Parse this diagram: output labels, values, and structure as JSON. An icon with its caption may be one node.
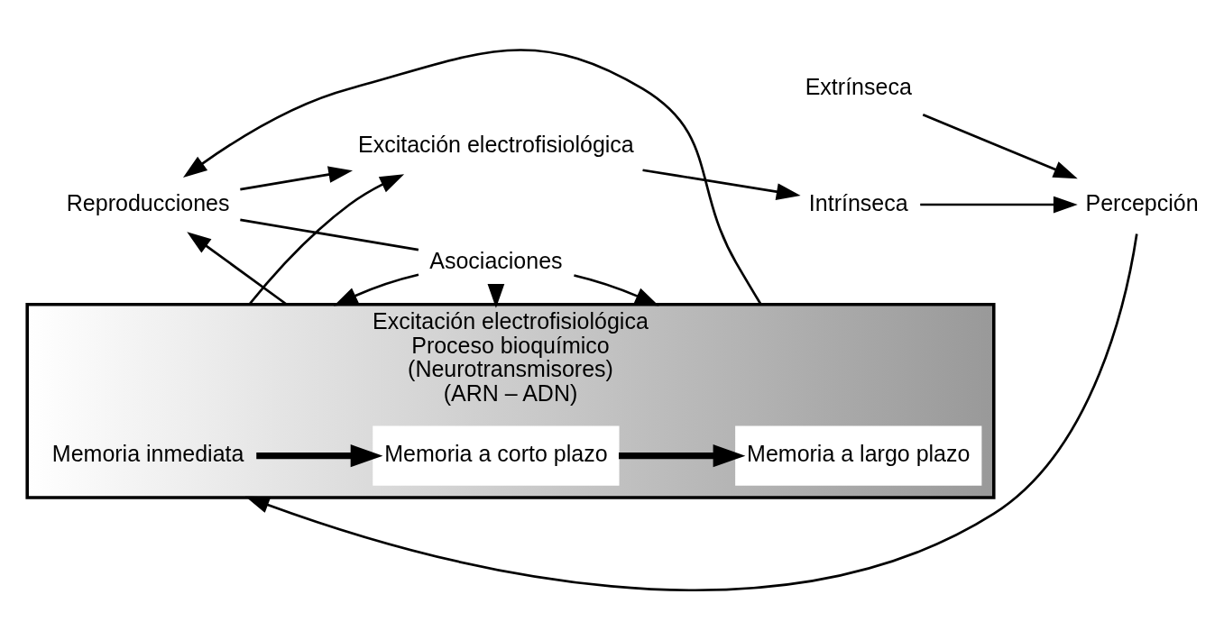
{
  "diagram": {
    "nodes": [
      {
        "text": [
          "Extrínseca"
        ]
      },
      {
        "text": [
          "Percepción"
        ]
      },
      {
        "text": [
          "Intrínseca"
        ]
      },
      {
        "text": [
          "Excitación electrofisiológica",
          "Proceso bioquímico",
          "(Neurotransmisores)",
          "(ARN – ADN)"
        ]
      },
      {
        "text": [
          "Memoria inmediata"
        ],
        "in": 3
      },
      {
        "text": [
          "Memoria a corto plazo"
        ],
        "in": 3
      },
      {
        "text": [
          "Memoria a largo plazo"
        ],
        "in": 3
      },
      {
        "text": [
          "Asociaciones"
        ]
      },
      {
        "text": [
          "Excitación electrofisiológica"
        ]
      },
      {
        "text": [
          "Reproducciones"
        ]
      }
    ],
    "edges": [
      {
        "from": 0,
        "to": 1,
        "arrow": "to"
      },
      {
        "from": 2,
        "to": 1,
        "arrow": "to"
      },
      {
        "from": 1,
        "to": 3,
        "arrow": "to"
      },
      {
        "from": 4,
        "to": 5,
        "arrow": "to",
        "style": "thick"
      },
      {
        "from": 5,
        "to": 6,
        "arrow": "to",
        "style": "thick"
      },
      {
        "from": 7,
        "to": 3,
        "arrow": "to"
      },
      {
        "from": 7,
        "to": 3,
        "arrow": "to"
      },
      {
        "from": 7,
        "to": 3,
        "arrow": "to"
      },
      {
        "from": 3,
        "to": 8,
        "arrow": "to"
      },
      {
        "from": 3,
        "to": 9,
        "arrow": "to"
      },
      {
        "from": 3,
        "to": 9,
        "arrow": "to"
      },
      {
        "from": 9,
        "to": 7,
        "arrow": "none"
      },
      {
        "from": 9,
        "to": 8,
        "arrow": "to"
      },
      {
        "from": 8,
        "to": 2,
        "arrow": "to"
      }
    ]
  }
}
